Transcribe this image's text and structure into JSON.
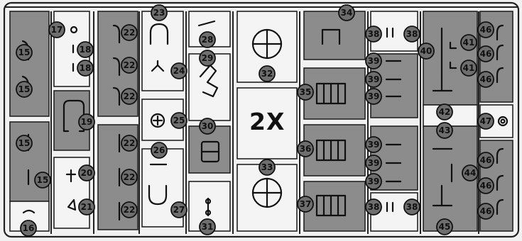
{
  "multiplier": "2X",
  "callouts": [
    {
      "n": "15",
      "tag": "c15a"
    },
    {
      "n": "15",
      "tag": "c15b"
    },
    {
      "n": "15",
      "tag": "c15c"
    },
    {
      "n": "15",
      "tag": "c15d"
    },
    {
      "n": "16",
      "tag": "c16"
    },
    {
      "n": "17",
      "tag": "c17"
    },
    {
      "n": "18",
      "tag": "c18a"
    },
    {
      "n": "18",
      "tag": "c18b"
    },
    {
      "n": "19",
      "tag": "c19"
    },
    {
      "n": "20",
      "tag": "c20"
    },
    {
      "n": "21",
      "tag": "c21"
    },
    {
      "n": "22",
      "tag": "c22a"
    },
    {
      "n": "22",
      "tag": "c22b"
    },
    {
      "n": "22",
      "tag": "c22c"
    },
    {
      "n": "22",
      "tag": "c22d"
    },
    {
      "n": "22",
      "tag": "c22e"
    },
    {
      "n": "22",
      "tag": "c22f"
    },
    {
      "n": "23",
      "tag": "c23"
    },
    {
      "n": "24",
      "tag": "c24"
    },
    {
      "n": "25",
      "tag": "c25"
    },
    {
      "n": "26",
      "tag": "c26"
    },
    {
      "n": "27",
      "tag": "c27"
    },
    {
      "n": "28",
      "tag": "c28"
    },
    {
      "n": "29",
      "tag": "c29"
    },
    {
      "n": "30",
      "tag": "c30"
    },
    {
      "n": "31",
      "tag": "c31"
    },
    {
      "n": "32",
      "tag": "c32"
    },
    {
      "n": "33",
      "tag": "c33"
    },
    {
      "n": "34",
      "tag": "c34"
    },
    {
      "n": "35",
      "tag": "c35"
    },
    {
      "n": "36",
      "tag": "c36"
    },
    {
      "n": "37",
      "tag": "c37"
    },
    {
      "n": "38",
      "tag": "c38a"
    },
    {
      "n": "38",
      "tag": "c38b"
    },
    {
      "n": "38",
      "tag": "c38c"
    },
    {
      "n": "38",
      "tag": "c38d"
    },
    {
      "n": "39",
      "tag": "c39a"
    },
    {
      "n": "39",
      "tag": "c39b"
    },
    {
      "n": "39",
      "tag": "c39c"
    },
    {
      "n": "39",
      "tag": "c39d"
    },
    {
      "n": "39",
      "tag": "c39e"
    },
    {
      "n": "39",
      "tag": "c39f"
    },
    {
      "n": "40",
      "tag": "c40"
    },
    {
      "n": "41",
      "tag": "c41a"
    },
    {
      "n": "41",
      "tag": "c41b"
    },
    {
      "n": "42",
      "tag": "c42"
    },
    {
      "n": "43",
      "tag": "c43"
    },
    {
      "n": "44",
      "tag": "c44"
    },
    {
      "n": "45",
      "tag": "c45"
    },
    {
      "n": "46",
      "tag": "c46a"
    },
    {
      "n": "46",
      "tag": "c46b"
    },
    {
      "n": "46",
      "tag": "c46c"
    },
    {
      "n": "46",
      "tag": "c46d"
    },
    {
      "n": "46",
      "tag": "c46e"
    },
    {
      "n": "46",
      "tag": "c46f"
    },
    {
      "n": "47",
      "tag": "c47"
    }
  ]
}
